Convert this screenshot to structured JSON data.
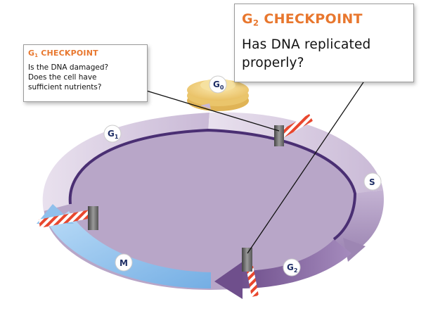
{
  "colors": {
    "accent_orange": "#e8772e",
    "g1_band": "#d8cbe0",
    "s_band": "#a996bd",
    "g2_band": "#8a6aa3",
    "m_band": "#8fc0ec",
    "g0_disc": "#f4d88a"
  },
  "g1_checkpoint": {
    "title_main": "G",
    "title_sub": "1",
    "title_rest": " CHECKPOINT",
    "line1": "Is the DNA damaged?",
    "line2": "Does the cell have",
    "line3": "sufficient nutrients?"
  },
  "g2_checkpoint": {
    "title_main": "G",
    "title_sub": "2",
    "title_rest": " CHECKPOINT",
    "line1": "Has DNA replicated",
    "line2": "properly?"
  },
  "phases": {
    "g0": {
      "main": "G",
      "sub": "0"
    },
    "g1": {
      "main": "G",
      "sub": "1"
    },
    "s": {
      "main": "S"
    },
    "g2": {
      "main": "G",
      "sub": "2"
    },
    "m": {
      "main": "M"
    }
  },
  "icons": [
    "checkpoint-barrier-icon",
    "leader-line"
  ]
}
